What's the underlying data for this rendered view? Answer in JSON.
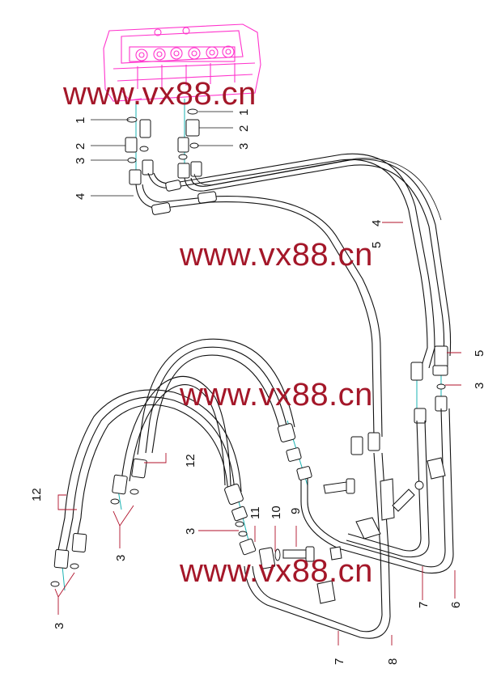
{
  "watermark": "www.vx88.cn",
  "callouts": {
    "c1a": "1",
    "c2a": "2",
    "c3a": "3",
    "c4a": "4",
    "c1b": "1",
    "c2b": "2",
    "c3b": "3",
    "c4b": "4",
    "c5a": "5",
    "c5b": "5",
    "c3c": "3",
    "c12a": "12",
    "c12b": "12",
    "c3d": "3",
    "c3e": "3",
    "c3f": "3",
    "c11": "11",
    "c10": "10",
    "c9": "9",
    "c7a": "7",
    "c6": "6",
    "c7b": "7",
    "c8": "8"
  },
  "colors": {
    "watermark": "#a41729",
    "valve_block": "#ff33cc",
    "centerline": "#1ab3b3"
  }
}
